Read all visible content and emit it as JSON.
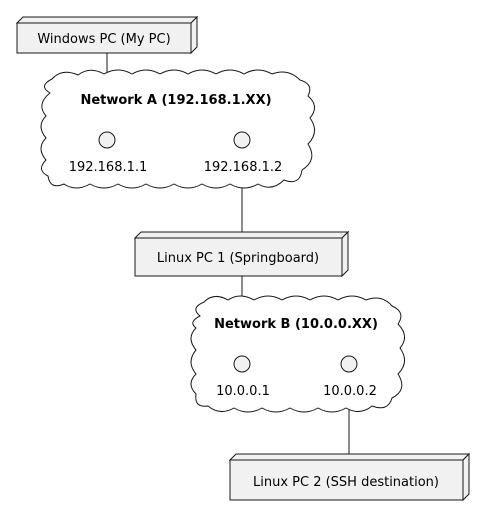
{
  "nodes": {
    "windows_pc": "Windows PC (My PC)",
    "linux_pc_1": "Linux PC 1 (Springboard)",
    "linux_pc_2": "Linux PC 2 (SSH destination)"
  },
  "networks": {
    "network_a": {
      "title": "Network A (192.168.1.XX)",
      "interfaces": [
        "192.168.1.1",
        "192.168.1.2"
      ]
    },
    "network_b": {
      "title": "Network B (10.0.0.XX)",
      "interfaces": [
        "10.0.0.1",
        "10.0.0.2"
      ]
    }
  },
  "colors": {
    "fill": "#f1f1f1",
    "stroke": "#181818",
    "background": "#ffffff"
  }
}
